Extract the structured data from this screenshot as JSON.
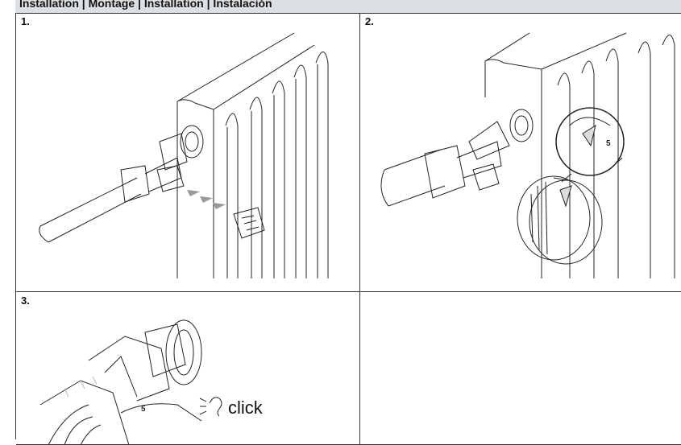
{
  "header": {
    "title": "Installation | Montage | Installation | Instalación"
  },
  "steps": [
    {
      "number": "1."
    },
    {
      "number": "2."
    },
    {
      "number": "3.",
      "sound_text": "click"
    },
    {
      "number": ""
    }
  ]
}
